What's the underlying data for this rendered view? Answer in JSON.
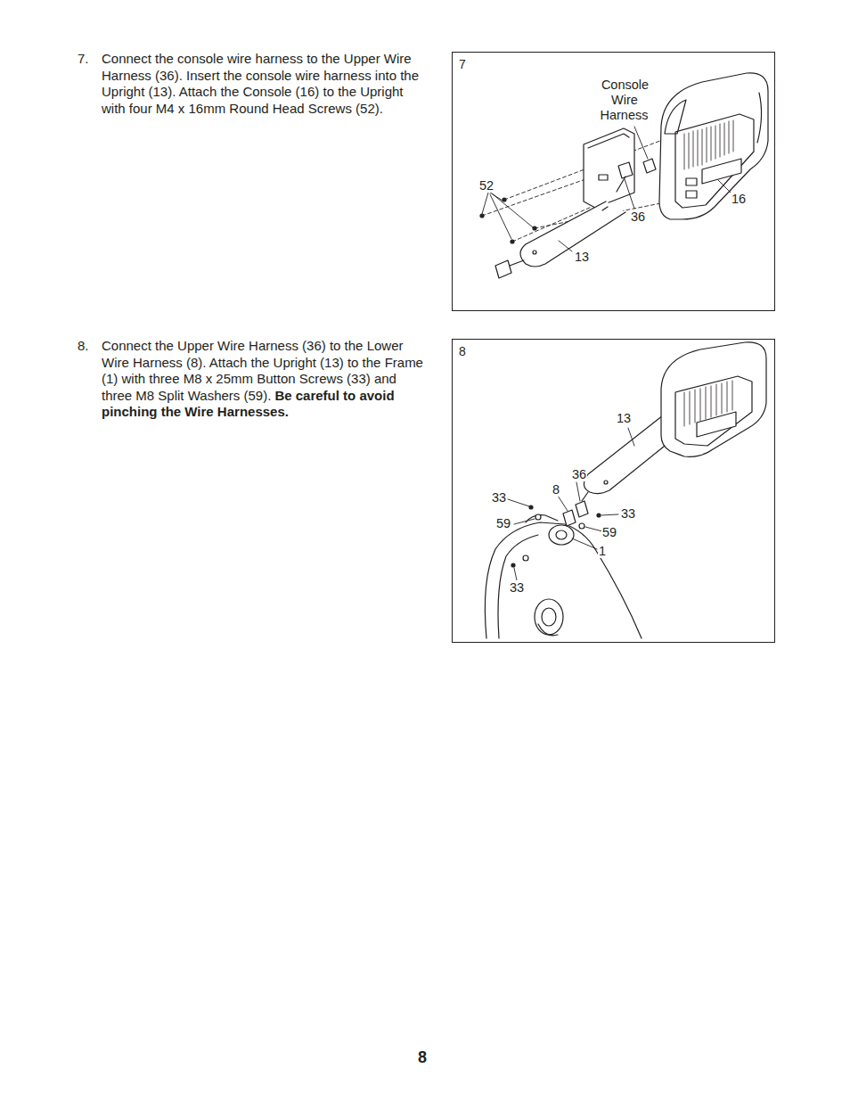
{
  "diagram": {
    "nodes": [
      {
        "text": [
          "7"
        ]
      },
      {
        "text": [
          "8"
        ]
      }
    ],
    "labels": [
      "7.",
      "Connect the console wire harness to the Upper Wire Harness (36). Insert the console wire harness into the Upright (13). Attach the Console (16) to the Upright with four M4 x 16mm Round Head Screws (52).",
      "Console Wire Harness",
      "52",
      "36",
      "16",
      "13",
      "8.",
      "Connect the Upper Wire Harness (36) to the Lower Wire Harness (8). Attach the Upright (13) to the Frame (1) with three M8 x 25mm Button Screws (33) and three M8 Split Washers (59).",
      "Be careful to avoid pinching the Wire Harnesses.",
      "13",
      "36",
      "8",
      "33",
      "33",
      "59",
      "59",
      "1",
      "33",
      "8"
    ]
  }
}
